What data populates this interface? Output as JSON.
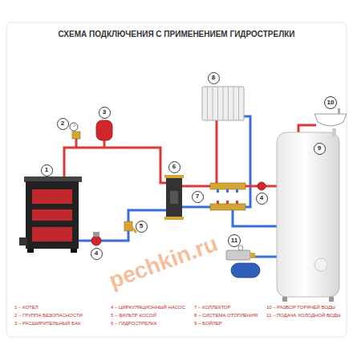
{
  "diagram": {
    "title": "СХЕМА ПОДКЛЮЧЕНИЯ С ПРИМЕНЕНИЕМ ГИДРОСТРЕЛКИ",
    "nodes": [
      {
        "text": [
          "1"
        ]
      },
      {
        "text": [
          "2"
        ]
      },
      {
        "text": [
          "3"
        ]
      },
      {
        "text": [
          "4"
        ]
      },
      {
        "text": [
          "5"
        ]
      },
      {
        "text": [
          "6"
        ]
      },
      {
        "text": [
          "7"
        ]
      },
      {
        "text": [
          "4"
        ]
      },
      {
        "text": [
          "8"
        ]
      },
      {
        "text": [
          "9"
        ]
      },
      {
        "text": [
          "10"
        ]
      },
      {
        "text": [
          "11"
        ]
      }
    ],
    "labels": [
      "pechkin.ru"
    ],
    "legend": [
      {
        "text": "1 – КОТЕЛ"
      },
      {
        "text": "2 – ГРУППА БЕЗОПАСНОСТИ"
      },
      {
        "text": "3 – РАСШИРИТЕЛЬНЫЙ БАК"
      },
      {
        "text": "4 – ЦИРКУЛЯЦИОННЫЙ НАСОС"
      },
      {
        "text": "5 – ФИЛЬТР КОСОЙ"
      },
      {
        "text": "6 – ГИДРОСТРЕЛКА"
      },
      {
        "text": "7 – КОЛЛЕКТОР"
      },
      {
        "text": "8 – СИСТЕМА ОТОПЛЕНИЯ"
      },
      {
        "text": "9 – БОЙЛЕР"
      },
      {
        "text": "10 – РАЗБОР ГОРЯЧЕЙ ВОДЫ"
      },
      {
        "text": "11 – ПОДАЧА ХОЛОДНОЙ ВОДЫ"
      }
    ]
  }
}
